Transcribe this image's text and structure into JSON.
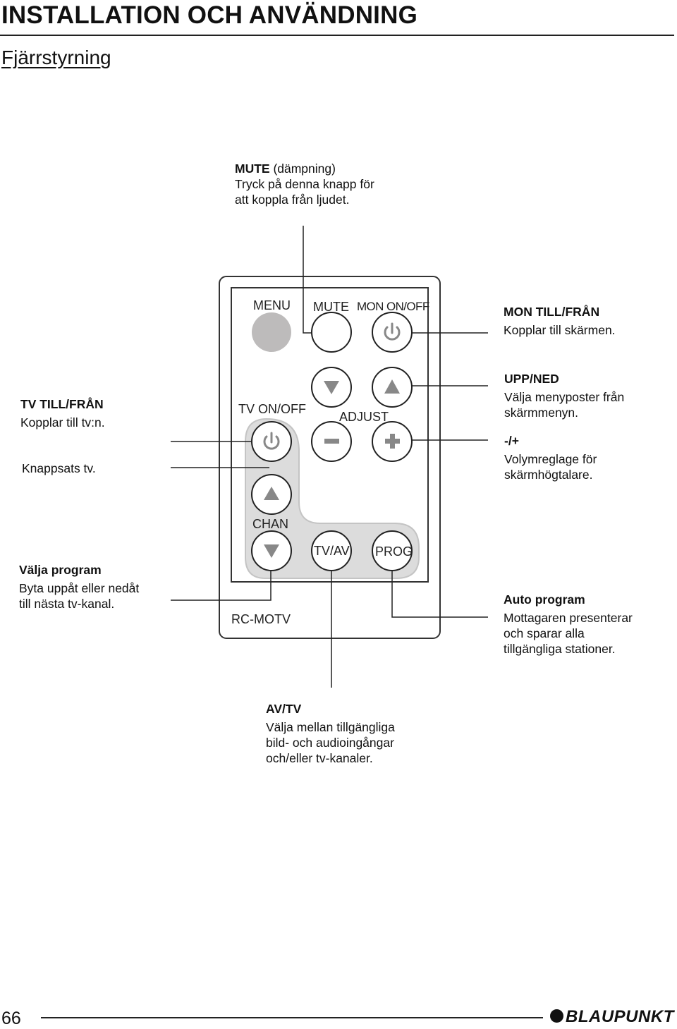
{
  "page": {
    "heading": "INSTALLATION OCH ANVÄNDNING",
    "subheading": "Fjärrstyrning",
    "page_number": "66",
    "brand": "BLAUPUNKT"
  },
  "remote": {
    "menu": "MENU",
    "mute": "MUTE",
    "mon_onoff": "MON ON/OFF",
    "tv_onoff": "TV ON/OFF",
    "adjust": "ADJUST",
    "chan": "CHAN",
    "tvav": "TV/AV",
    "prog": "PROG",
    "model": "RC-MOTV"
  },
  "callouts": {
    "mute": {
      "title": "MUTE",
      "title_suffix": " (dämpning)",
      "lines": [
        "Tryck på denna knapp för",
        "att koppla från ljudet."
      ]
    },
    "mon": {
      "title": "MON TILL/FRÅN",
      "lines": [
        "Kopplar till skärmen."
      ]
    },
    "updown": {
      "title": "UPP/NED",
      "lines": [
        "Välja menyposter från",
        "skärmmenyn."
      ]
    },
    "volume": {
      "title": "-/+",
      "lines": [
        "Volymreglage för",
        "skärmhögtalare."
      ]
    },
    "tv": {
      "title": "TV TILL/FRÅN",
      "lines": [
        "Kopplar till tv:n."
      ]
    },
    "keypad": {
      "lines": [
        "Knappsats tv."
      ]
    },
    "channel": {
      "title": "Välja program",
      "lines": [
        "Byta uppåt eller nedåt",
        "till nästa tv-kanal."
      ]
    },
    "auto": {
      "title": "Auto program",
      "lines": [
        "Mottagaren presenterar",
        "och sparar alla",
        "tillgängliga stationer."
      ]
    },
    "avtv": {
      "title": "AV/TV",
      "lines": [
        "Välja mellan tillgängliga",
        "bild- och audioingångar",
        "och/eller tv-kanaler."
      ]
    }
  },
  "colors": {
    "menu_button": "#bdbbbb",
    "chan_panel": "#dcdcdc"
  }
}
